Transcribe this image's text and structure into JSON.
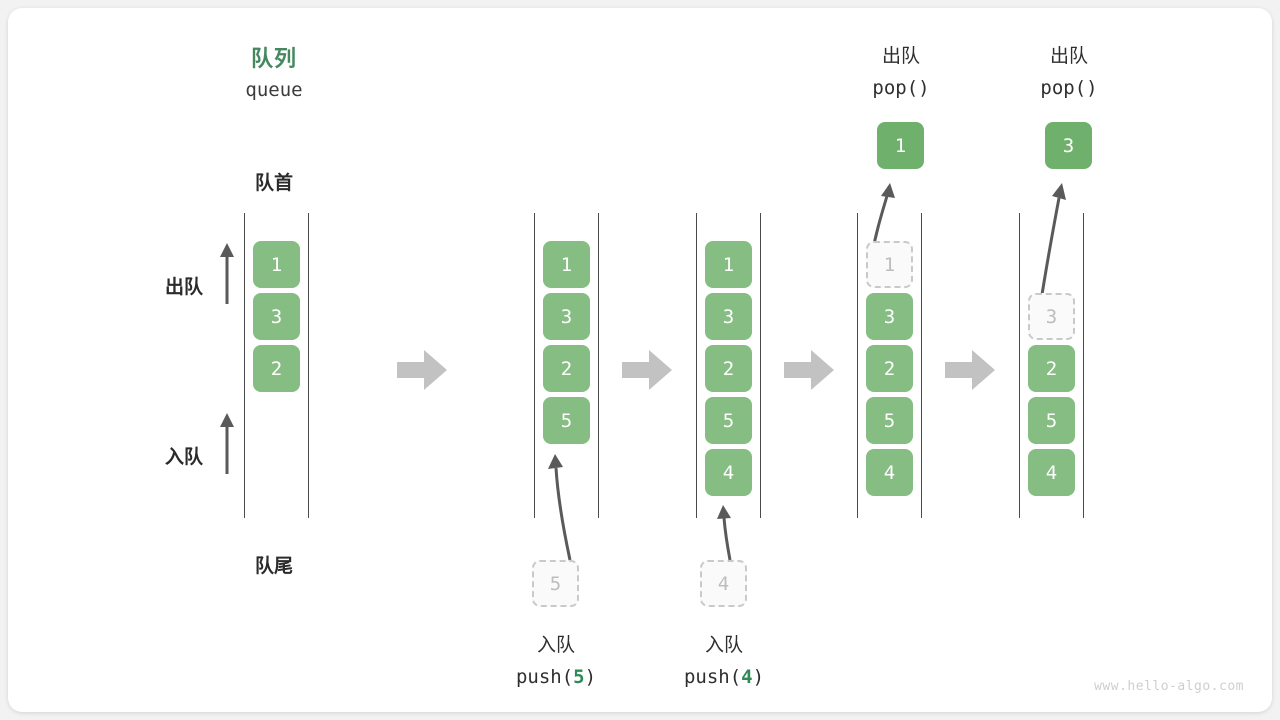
{
  "diagram": {
    "title_cn": "队列",
    "title_en": "queue",
    "front_label": "队首",
    "rear_label": "队尾",
    "dequeue_label": "出队",
    "enqueue_label": "入队",
    "watermark": "www.hello-algo.com",
    "colors": {
      "accent_green": "#85bd82",
      "title_green": "#43885f",
      "code_green": "#2e8b57",
      "rail_gray": "#4a4a4a",
      "ghost_gray": "#bdbdbd",
      "arrow_gray": "#5a5a5a",
      "separator_gray": "#c2c2c2",
      "card_bg": "#ffffff",
      "page_bg": "#f2f2f2"
    }
  },
  "stages": [
    {
      "id": "initial",
      "cells": [
        {
          "value": "1",
          "state": "solid"
        },
        {
          "value": "3",
          "state": "solid"
        },
        {
          "value": "2",
          "state": "solid"
        }
      ],
      "caption_cn": "",
      "caption_code": ""
    },
    {
      "id": "push5",
      "cells": [
        {
          "value": "1",
          "state": "solid"
        },
        {
          "value": "3",
          "state": "solid"
        },
        {
          "value": "2",
          "state": "solid"
        },
        {
          "value": "5",
          "state": "solid"
        }
      ],
      "incoming_ghost": "5",
      "caption_cn": "入队",
      "caption_code_prefix": "push(",
      "caption_code_value": "5",
      "caption_code_suffix": ")"
    },
    {
      "id": "push4",
      "cells": [
        {
          "value": "1",
          "state": "solid"
        },
        {
          "value": "3",
          "state": "solid"
        },
        {
          "value": "2",
          "state": "solid"
        },
        {
          "value": "5",
          "state": "solid"
        },
        {
          "value": "4",
          "state": "solid"
        }
      ],
      "incoming_ghost": "4",
      "caption_cn": "入队",
      "caption_code_prefix": "push(",
      "caption_code_value": "4",
      "caption_code_suffix": ")"
    },
    {
      "id": "pop1",
      "cells": [
        {
          "value": "1",
          "state": "ghost"
        },
        {
          "value": "3",
          "state": "solid"
        },
        {
          "value": "2",
          "state": "solid"
        },
        {
          "value": "5",
          "state": "solid"
        },
        {
          "value": "4",
          "state": "solid"
        }
      ],
      "popped_value": "1",
      "header_cn": "出队",
      "header_code": "pop()"
    },
    {
      "id": "pop3",
      "cells": [
        {
          "value": "",
          "state": "empty"
        },
        {
          "value": "3",
          "state": "ghost"
        },
        {
          "value": "2",
          "state": "solid"
        },
        {
          "value": "5",
          "state": "solid"
        },
        {
          "value": "4",
          "state": "solid"
        }
      ],
      "popped_value": "3",
      "header_cn": "出队",
      "header_code": "pop()"
    }
  ]
}
